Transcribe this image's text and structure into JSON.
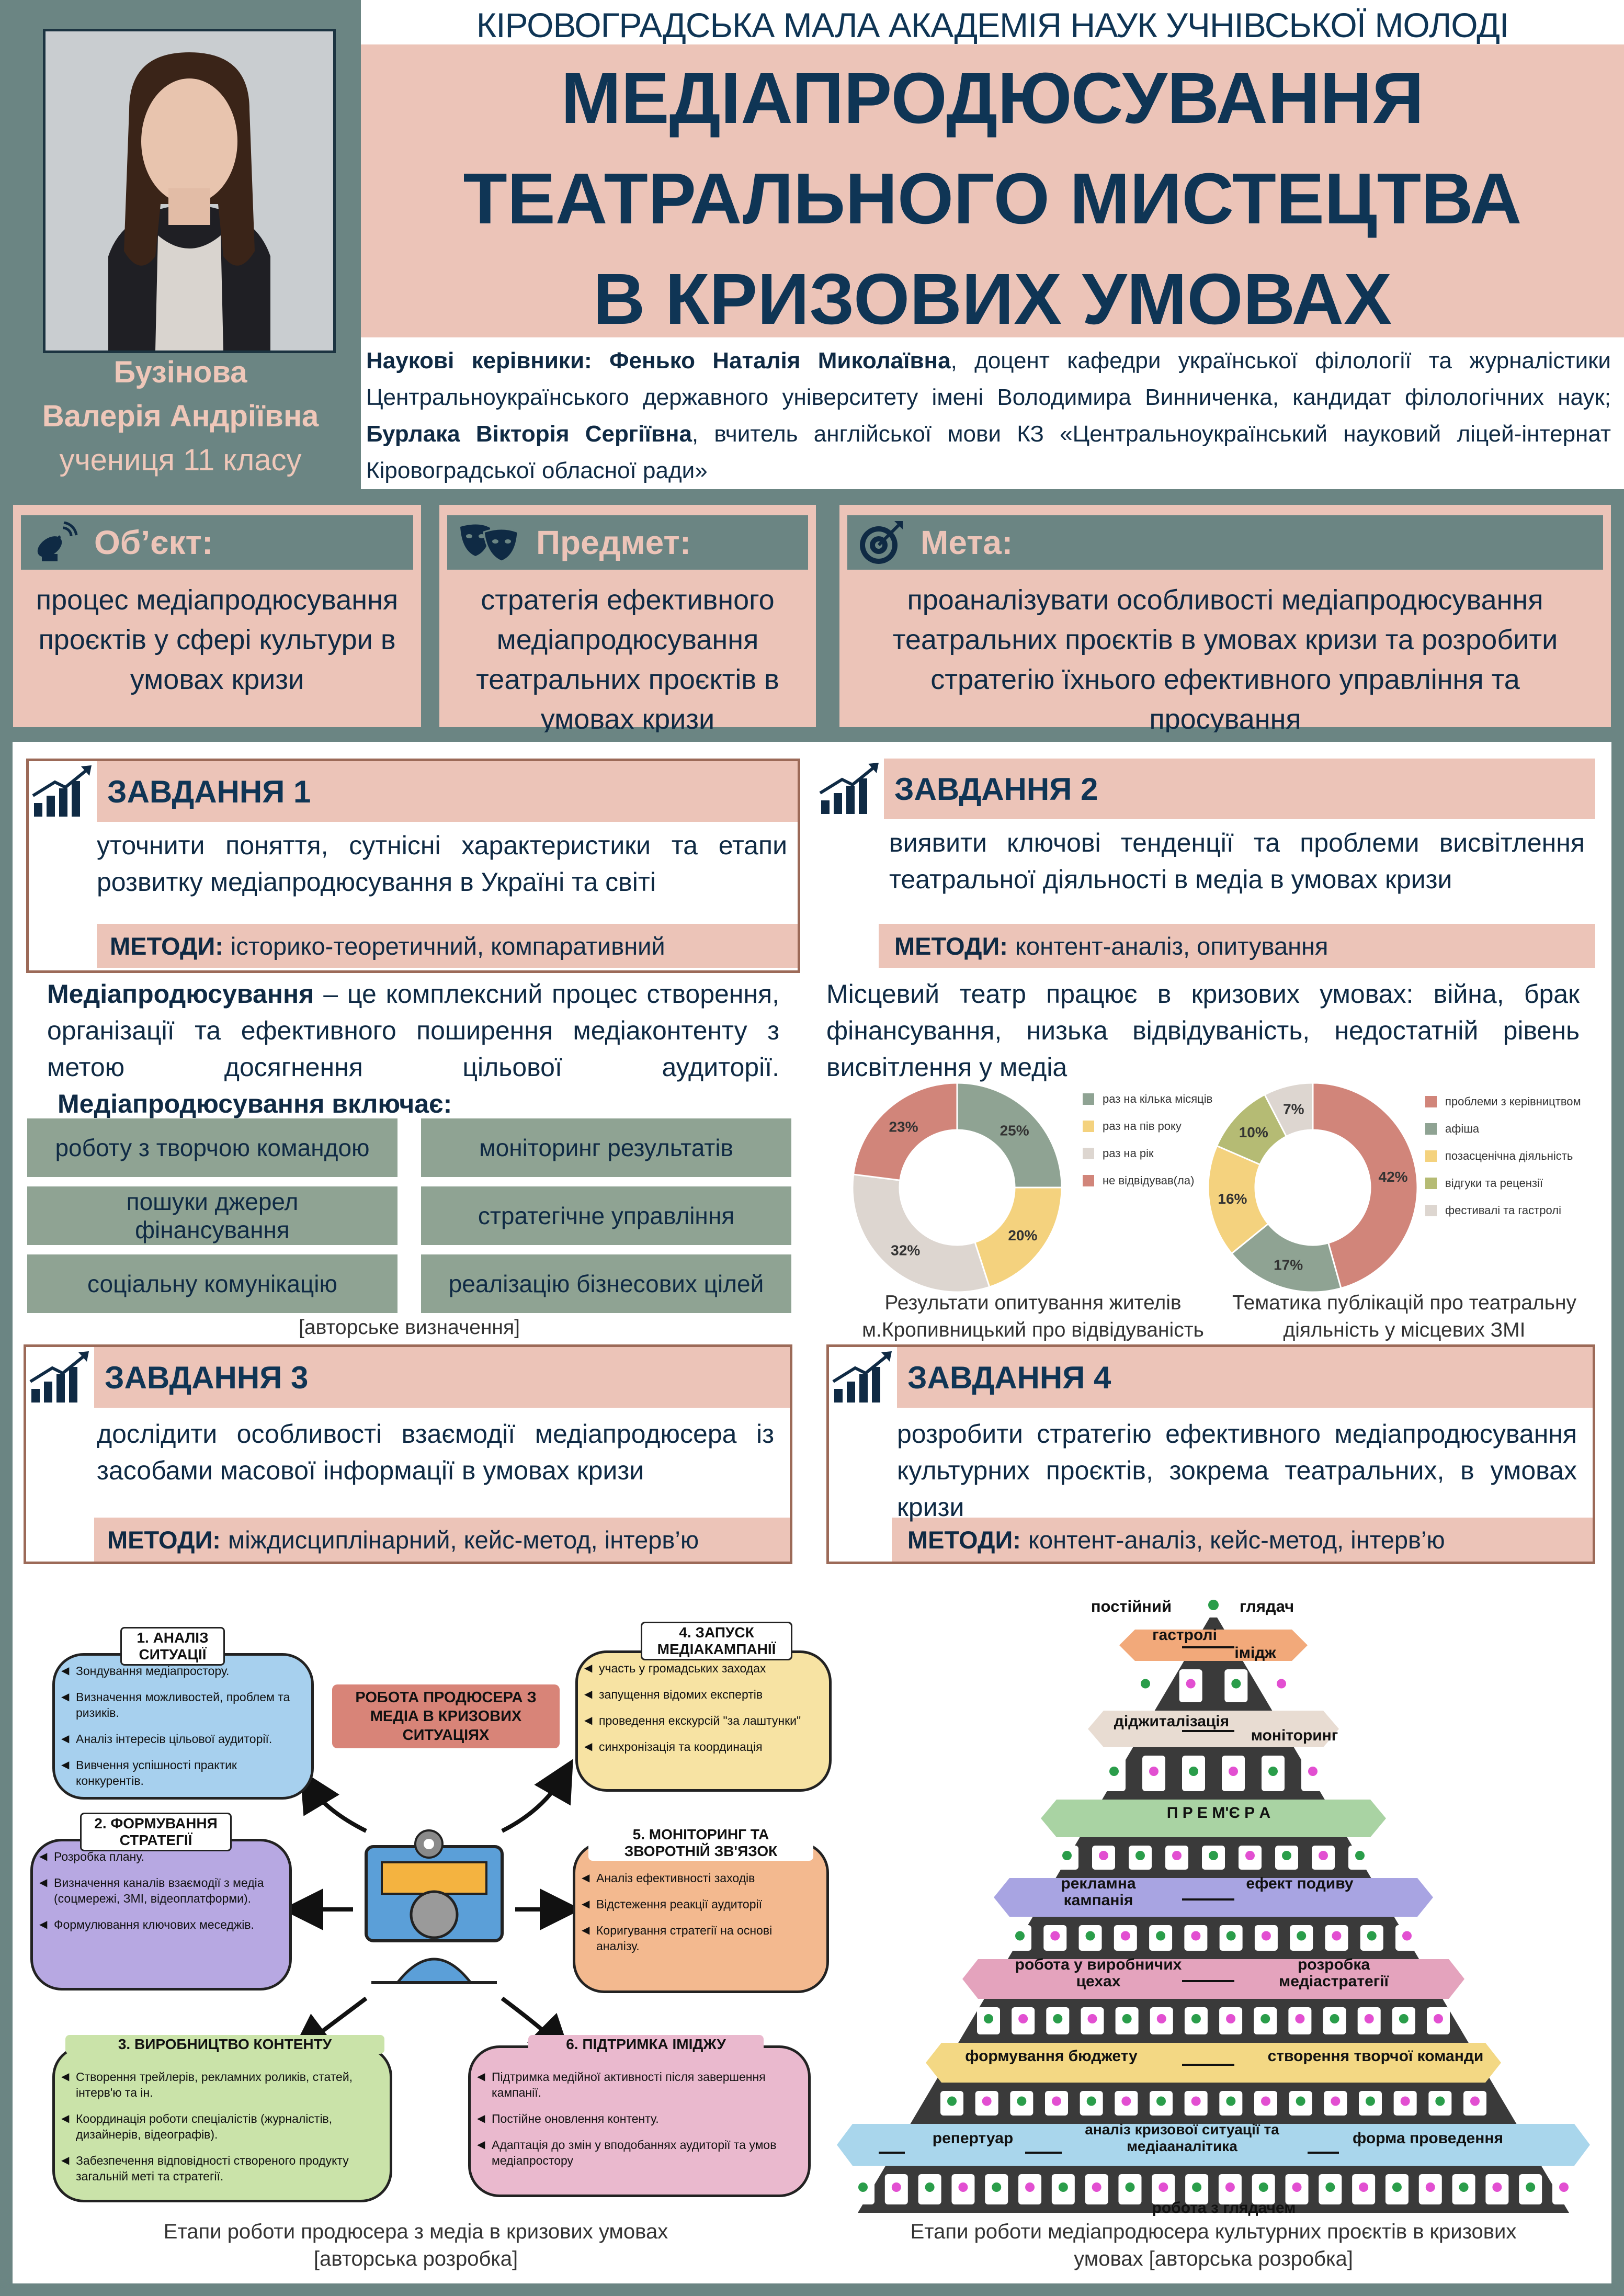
{
  "header": {
    "academy": "КІРОВОГРАДСЬКА МАЛА АКАДЕМІЯ НАУК УЧНІВСЬКОЇ МОЛОДІ",
    "title_lines": [
      "МЕДІАПРОДЮСУВАННЯ",
      "ТЕАТРАЛЬНОГО МИСТЕЦТВА",
      "В КРИЗОВИХ УМОВАХ"
    ],
    "author_lines": [
      "Бузінова",
      "Валерія Андріївна"
    ],
    "author_class": "учениця 11 класу",
    "supervisors": {
      "label": "Наукові керівники:",
      "name1": "Фенько Наталія Миколаївна",
      "desc1": ", доцент кафедри української філології та журналістики Центральноукраїнського державного університету імені Володимира Винниченка, кандидат філологічних наук;",
      "name2": "Бурлака Вікторія Сергіївна",
      "desc2": ", вчитель англійської мови КЗ «Центральноукраїнський науковий ліцей-інтернат Кіровоградської обласної ради»"
    }
  },
  "boxes": {
    "object": {
      "title": "Об’єкт:",
      "text": "процес медіапродюсування проєктів у сфері культури в умовах кризи"
    },
    "subject": {
      "title": "Предмет:",
      "text": "стратегія ефективного медіапродюсування театральних проєктів в умовах кризи"
    },
    "goal": {
      "title": "Мета:",
      "text": "проаналізувати особливості медіапродюсування театральних проєктів в умовах кризи та розробити стратегію їхнього ефективного управління та просування"
    }
  },
  "tasks": [
    {
      "title": "ЗАВДАННЯ   1",
      "text": "уточнити поняття, сутнісні характеристики та етапи розвитку медіапродюсування в Україні та світі",
      "methods_label": "МЕТОДИ:",
      "methods": "історико-теоретичний, компаративний"
    },
    {
      "title": "ЗАВДАННЯ   2",
      "text": "виявити ключові тенденції та проблеми висвітлення театральної діяльності в медіа в умовах кризи",
      "methods_label": "МЕТОДИ:",
      "methods": "контент-аналіз, опитування"
    },
    {
      "title": "ЗАВДАННЯ   3",
      "text": "дослідити особливості взаємодії медіапродюсера із засобами масової інформації в умовах кризи",
      "methods_label": "МЕТОДИ:",
      "methods": "міждисциплінарний, кейс-метод, інтерв’ю"
    },
    {
      "title": "ЗАВДАННЯ   4",
      "text": "розробити стратегію ефективного медіапродюсування культурних проєктів, зокрема театральних, в умовах кризи",
      "methods_label": "МЕТОДИ:",
      "methods": "контент-аналіз, кейс-метод, інтерв’ю"
    }
  ],
  "definition": {
    "term": "Медіапродюсування",
    "text": " – це комплексний процес створення, організації та ефективного поширення медіаконтенту з метою досягнення цільової аудиторії.",
    "includes": "Медіапродюсування включає:",
    "chips": [
      "роботу з творчою командою",
      "моніторинг результатів",
      "пошуки джерел фінансування",
      "стратегічне управління",
      "соціальну комунікацію",
      "реалізацію бізнесових цілей"
    ],
    "note": "[авторське визначення]"
  },
  "local_theatre": "Місцевий театр працює в кризових умовах: війна, брак фінансування, низька відвідуваність,  недостатній рівень висвітлення у медіа",
  "chart_data": [
    {
      "type": "pie",
      "title": "",
      "caption": "Результати опитування жителів м.Кропивницький про відвідуваність",
      "categories": [
        "раз на кілька місяців",
        "раз на пів року",
        "раз на рік",
        "не відвідував(ла)"
      ],
      "values": [
        25,
        20,
        32,
        23
      ],
      "labels": [
        "25%",
        "20%",
        "32%",
        "23%"
      ],
      "colors": [
        "#8fa393",
        "#f4d27e",
        "#ddd6d0",
        "#d1857a"
      ]
    },
    {
      "type": "pie",
      "title": "",
      "caption": "Тематика публікацій про театральну діяльність у місцевих ЗМІ",
      "categories": [
        "проблеми з керівництвом",
        "афіша",
        "позасценічна діяльність",
        "відгуки та рецензії",
        "фестивалі та гастролі"
      ],
      "values": [
        42,
        17,
        16,
        10,
        7
      ],
      "labels": [
        "42%",
        "17%",
        "16%",
        "10%",
        "7%"
      ],
      "colors": [
        "#d1857a",
        "#8fa393",
        "#f4d27e",
        "#b5bb74",
        "#ddd6d0"
      ]
    }
  ],
  "diagram": {
    "center_label": "РОБОТА ПРОДЮСЕРА З МЕДІА В КРИЗОВИХ СИТУАЦІЯХ",
    "stages": [
      {
        "title": "1. АНАЛІЗ СИТУАЦІЇ",
        "items": [
          "Зондування медіапростору.",
          "Визначення можливостей, проблем та ризиків.",
          "Аналіз інтересів цільової аудиторії.",
          "Вивчення успішності практик конкурентів."
        ]
      },
      {
        "title": "2. ФОРМУВАННЯ СТРАТЕГІЇ",
        "items": [
          "Розробка плану.",
          "Визначення каналів взаємодії з медіа (соцмережі, ЗМІ, відеоплатформи).",
          "Формулювання ключових меседжів."
        ]
      },
      {
        "title": "3. ВИРОБНИЦТВО КОНТЕНТУ",
        "items": [
          "Створення трейлерів, рекламних роликів, статей, інтерв'ю та ін.",
          "Координація роботи спеціалістів (журналістів, дизайнерів, відеографів).",
          "Забезпечення відповідності створеного продукту загальній меті та стратегії."
        ]
      },
      {
        "title": "4. ЗАПУСК МЕДІАКАМПАНІЇ",
        "items": [
          "участь у громадських заходах",
          "запущення відомих експертів",
          "проведення екскурсій \"за лаштунки\"",
          "синхронізація та координація"
        ]
      },
      {
        "title": "5. МОНІТОРИНГ ТА ЗВОРОТНІЙ ЗВ'ЯЗОК",
        "items": [
          "Аналіз ефективності заходів",
          "Відстеження реакції аудиторії",
          "Коригування стратегії на основі аналізу."
        ]
      },
      {
        "title": "6. ПІДТРИМКА ІМІДЖУ",
        "items": [
          "Підтримка медійної активності після завершення кампанії.",
          "Постійне оновлення контенту.",
          "Адаптація до змін у вподобаннях аудиторії та умов медіапростору"
        ]
      }
    ],
    "caption": [
      "Етапи роботи продюсера з медіа в кризових умовах",
      "[авторська розробка]"
    ]
  },
  "pyramid": {
    "top_left": "постійний",
    "top_right": "глядач",
    "levels": [
      {
        "left": "гастролі",
        "right": "імідж"
      },
      {
        "left": "діджиталізація",
        "right": "моніторинг"
      },
      {
        "left": "П Р Е М'Є Р А",
        "right": ""
      },
      {
        "left": "рекламна кампанія",
        "right": "ефект подиву"
      },
      {
        "left": "робота у виробничих цехах",
        "right": "розробка медіастратегії"
      },
      {
        "left": "формування бюджету",
        "right": "створення творчої команди"
      },
      {
        "left": "репертуар",
        "middle": "аналіз кризової ситуації та медіааналітика",
        "right": "форма проведення"
      }
    ],
    "bottom": "робота з глядачем",
    "caption": [
      "Етапи роботи медіапродюсера культурних проєктів в кризових",
      "умовах  [авторська розробка]"
    ]
  },
  "colors": {
    "pink": "#ecc4b8",
    "teal": "#6b8583",
    "sage": "#8fa393",
    "navy": "#0f3555"
  }
}
